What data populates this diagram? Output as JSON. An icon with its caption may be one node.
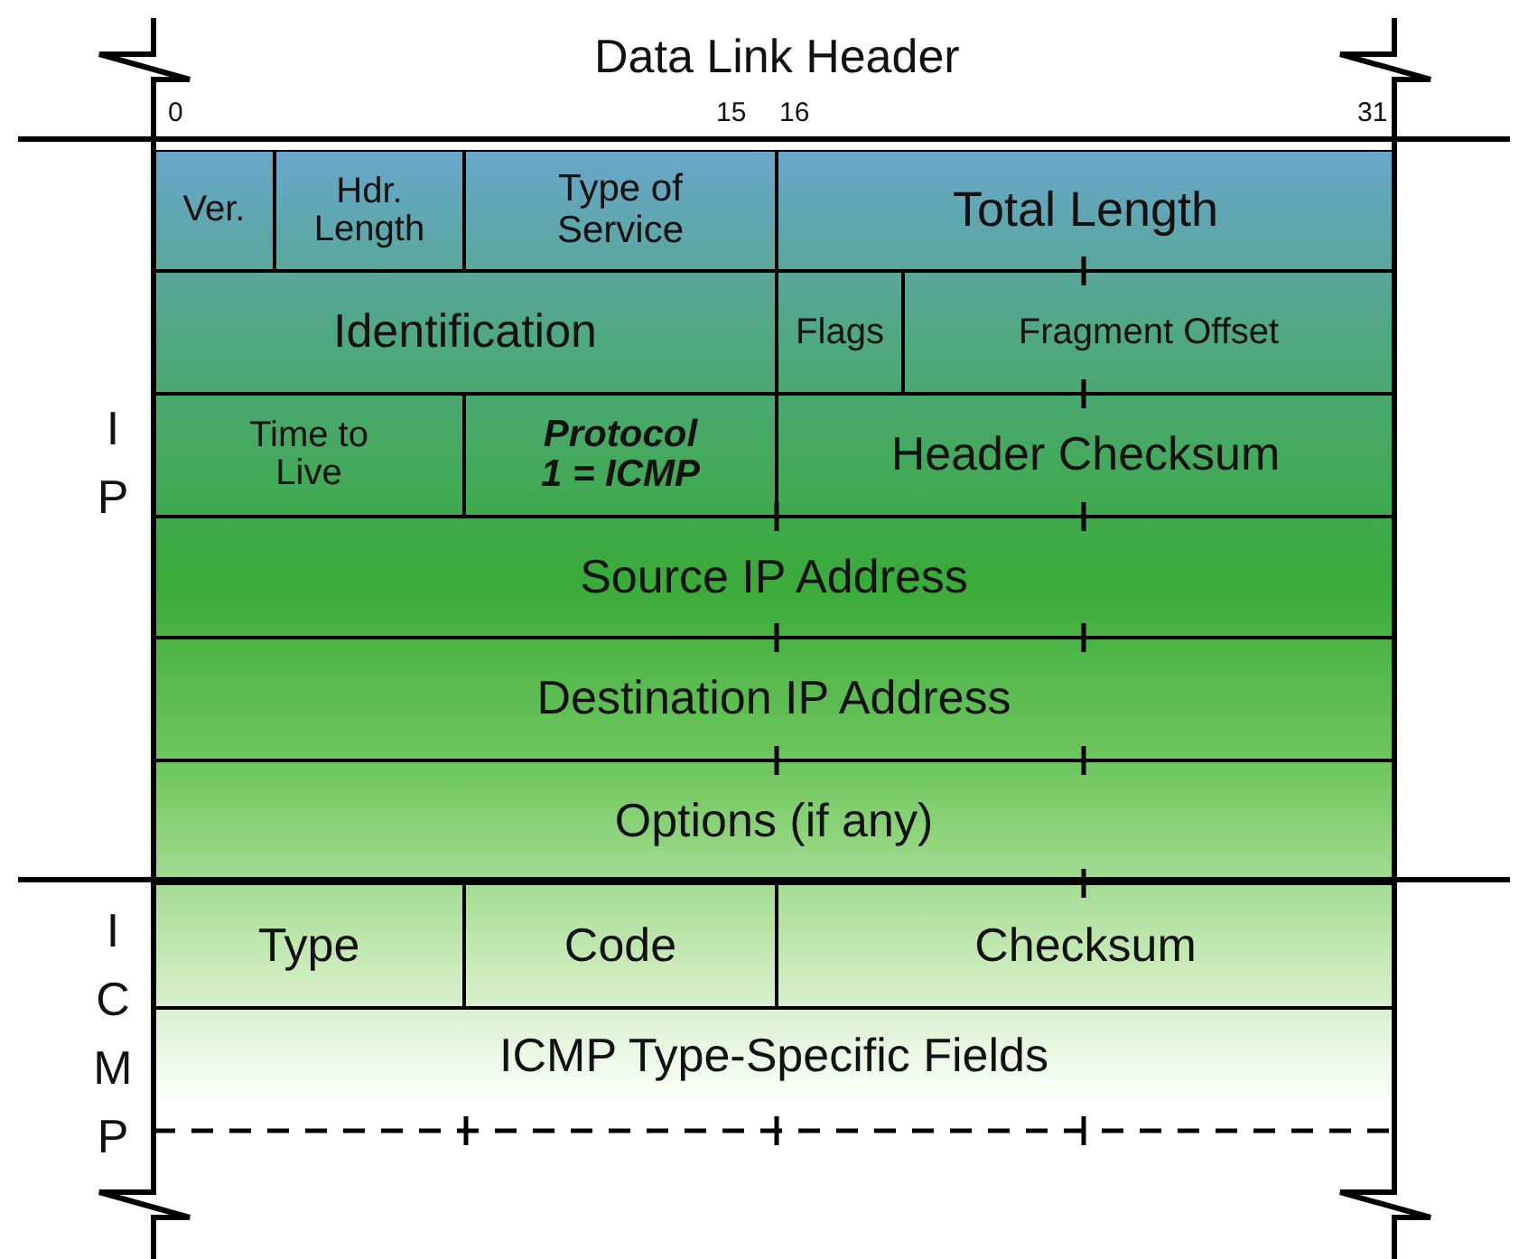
{
  "diagram": {
    "nodes": [
      {
        "text": [
          "Ver."
        ]
      },
      {
        "text": [
          "Hdr. Length"
        ]
      },
      {
        "text": [
          "Type of Service"
        ]
      },
      {
        "text": [
          "Total Length"
        ]
      },
      {
        "text": [
          "Identification"
        ]
      },
      {
        "text": [
          "Flags"
        ]
      },
      {
        "text": [
          "Fragment Offset"
        ]
      },
      {
        "text": [
          "Time to Live"
        ]
      },
      {
        "text": [
          "Protocol 1 = ICMP"
        ]
      },
      {
        "text": [
          "Header Checksum"
        ]
      },
      {
        "text": [
          "Source IP Address"
        ]
      },
      {
        "text": [
          "Destination IP Address"
        ]
      },
      {
        "text": [
          "Options (if any)"
        ]
      },
      {
        "text": [
          "Type"
        ]
      },
      {
        "text": [
          "Code"
        ]
      },
      {
        "text": [
          "Checksum"
        ]
      },
      {
        "text": [
          "ICMP Type-Specific Fields"
        ]
      }
    ],
    "labels": [
      "Data Link Header",
      "0",
      "15",
      "16",
      "31",
      "IP",
      "ICMP"
    ]
  }
}
